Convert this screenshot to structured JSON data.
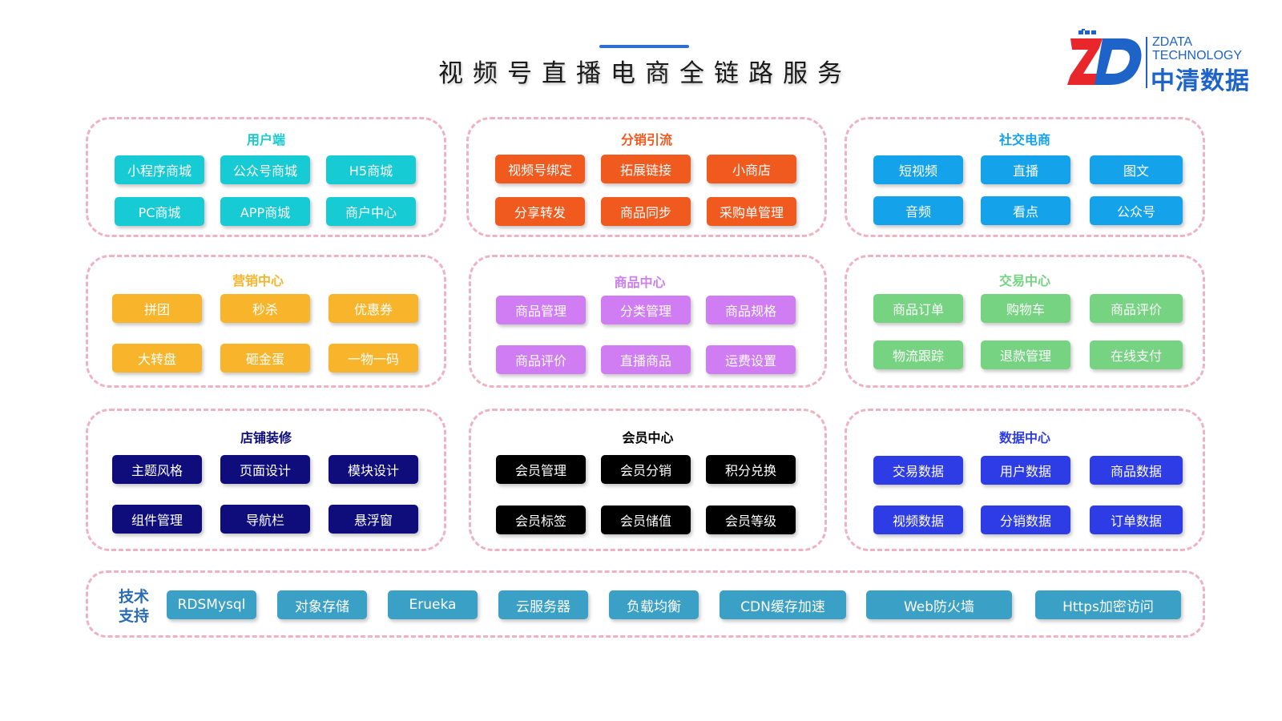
{
  "title": "视频号直播电商全链路服务",
  "logo": {
    "en_line1": "ZDATA",
    "en_line2": "TECHNOLOGY",
    "cn": "中清数据"
  },
  "colors": {
    "cyan": "#16cbd3",
    "orange": "#f05a1f",
    "sky": "#14a3ea",
    "amber": "#f8b52b",
    "violet": "#d07cf3",
    "green": "#75d381",
    "navy": "#0f0d7c",
    "black": "#000000",
    "blue": "#2e3ce6",
    "teal": "#3ba0c5",
    "panel_border": "#efb2c3"
  },
  "panels": [
    {
      "title": "用户端",
      "items": [
        "小程序商城",
        "公众号商城",
        "H5商城",
        "PC商城",
        "APP商城",
        "商户中心"
      ]
    },
    {
      "title": "分销引流",
      "items": [
        "视频号绑定",
        "拓展链接",
        "小商店",
        "分享转发",
        "商品同步",
        "采购单管理"
      ]
    },
    {
      "title": "社交电商",
      "items": [
        "短视频",
        "直播",
        "图文",
        "音频",
        "看点",
        "公众号"
      ]
    },
    {
      "title": "营销中心",
      "items": [
        "拼团",
        "秒杀",
        "优惠券",
        "大转盘",
        "砸金蛋",
        "一物一码"
      ]
    },
    {
      "title": "商品中心",
      "items": [
        "商品管理",
        "分类管理",
        "商品规格",
        "商品评价",
        "直播商品",
        "运费设置"
      ]
    },
    {
      "title": "交易中心",
      "items": [
        "商品订单",
        "购物车",
        "商品评价",
        "物流跟踪",
        "退款管理",
        "在线支付"
      ]
    },
    {
      "title": "店铺装修",
      "items": [
        "主题风格",
        "页面设计",
        "模块设计",
        "组件管理",
        "导航栏",
        "悬浮窗"
      ]
    },
    {
      "title": "会员中心",
      "items": [
        "会员管理",
        "会员分销",
        "积分兑换",
        "会员标签",
        "会员储值",
        "会员等级"
      ]
    },
    {
      "title": "数据中心",
      "items": [
        "交易数据",
        "用户数据",
        "商品数据",
        "视频数据",
        "分销数据",
        "订单数据"
      ]
    }
  ],
  "tech": {
    "label_line1": "技术",
    "label_line2": "支持",
    "items": [
      "RDSMysql",
      "对象存储",
      "Erueka",
      "云服务器",
      "负载均衡",
      "CDN缓存加速",
      "Web防火墙",
      "Https加密访问"
    ]
  }
}
